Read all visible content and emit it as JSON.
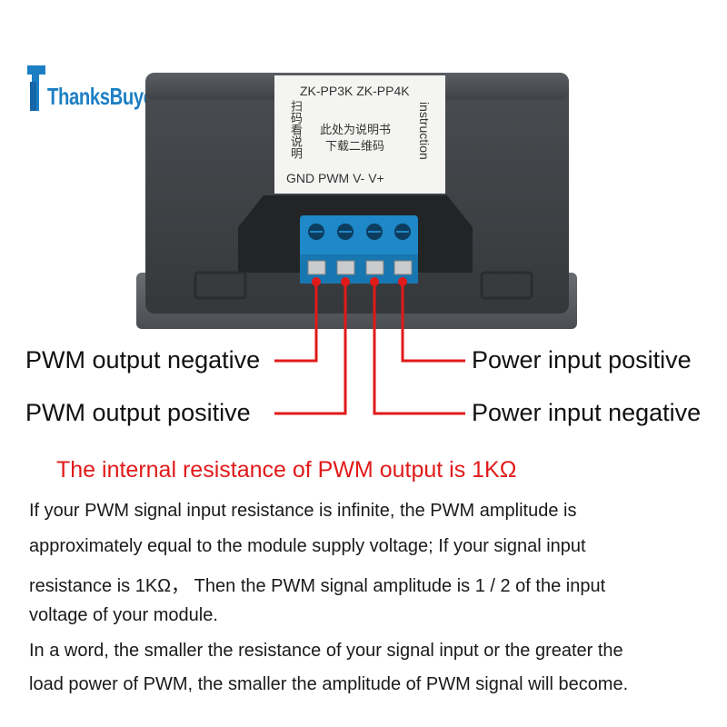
{
  "brand": {
    "logo_text": "ThanksBuyer"
  },
  "device": {
    "models": "ZK-PP3K  ZK-PP4K",
    "vertical_left": "扫码看说明",
    "qr_note_line1": "此处为说明书",
    "qr_note_line2": "下载二维码",
    "vertical_right": "instruction",
    "terminals": "GND PWM  V-  V+"
  },
  "labels": {
    "pwm_out_neg": "PWM output negative",
    "pwm_out_pos": "PWM output positive",
    "power_in_pos": "Power input positive",
    "power_in_neg": "Power input negative"
  },
  "colors": {
    "wire": "#e11a1a",
    "title": "#e11a1a",
    "terminal_block": "#1e88c8",
    "brand": "#1c7fc4"
  },
  "resistance_title": "The internal resistance of PWM output is 1KΩ",
  "paragraph_lines": [
    "If your PWM signal input resistance is infinite, the PWM amplitude is",
    "approximately equal to the module supply voltage; If your signal input",
    "resistance is 1KΩ，  Then the PWM signal amplitude is 1 / 2 of the input",
    "voltage of your module.",
    "In a word, the smaller the resistance of your signal input or the greater the",
    "load power of PWM, the smaller the amplitude of PWM signal will become."
  ]
}
